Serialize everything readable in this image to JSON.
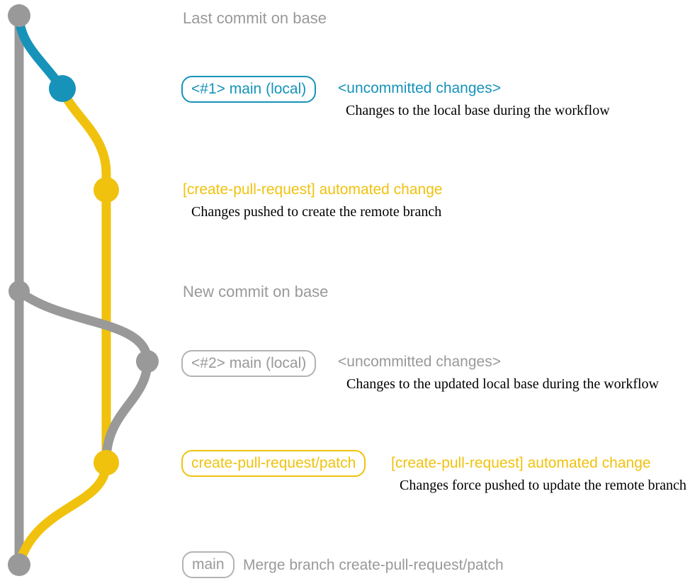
{
  "colors": {
    "gray": "#999999",
    "gray-border": "#b3b3b3",
    "blue": "#1793ba",
    "yellow": "#f0c20e",
    "ink": "#000000"
  },
  "annotations": {
    "base_tip": {
      "label": "Last commit on base"
    },
    "local1": {
      "ref": "<#1> main (local)",
      "status": "<uncommitted changes>",
      "note": "Changes to the local base during the workflow"
    },
    "remote1": {
      "message": "[create-pull-request] automated change",
      "note": "Changes pushed to create the remote branch"
    },
    "base_new": {
      "label": "New commit on base"
    },
    "local2": {
      "ref": "<#2> main (local)",
      "status": "<uncommitted changes>",
      "note": "Changes to the updated local base during the workflow"
    },
    "remote2": {
      "ref": "create-pull-request/patch",
      "message": "[create-pull-request] automated change",
      "note": "Changes force pushed to update the remote branch"
    },
    "merge": {
      "ref": "main",
      "message": "Merge branch create-pull-request/patch"
    }
  }
}
